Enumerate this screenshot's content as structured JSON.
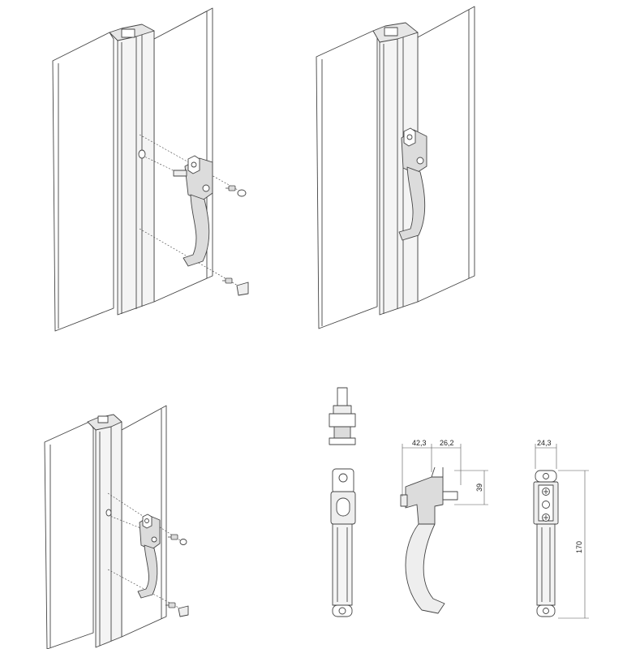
{
  "dimensions": {
    "side_width_left": "42,3",
    "side_width_right": "26,2",
    "side_height_block": "39",
    "front_width": "24,3",
    "front_height": "170"
  },
  "colors": {
    "line": "#444444",
    "panel_fill": "#ffffff",
    "profile_fill": "#f4f4f4",
    "handle_fill": "#dcdcdc",
    "handle_dark": "#b5b5b5"
  }
}
